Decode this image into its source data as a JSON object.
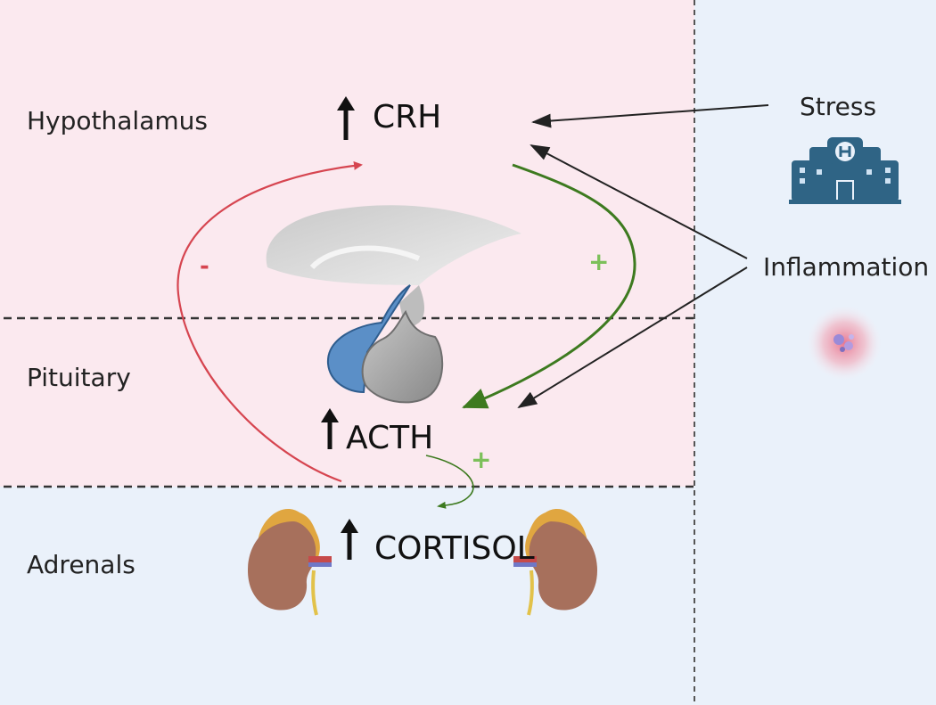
{
  "regions": {
    "hypothalamus": "Hypothalamus",
    "pituitary": "Pituitary",
    "adrenals": "Adrenals"
  },
  "hormones": {
    "crh": "CRH",
    "acth": "ACTH",
    "cortisol": "CORTISOL"
  },
  "stressors": {
    "stress": "Stress",
    "inflammation": "Inflammation"
  },
  "feedback_signs": {
    "negative": "-",
    "positive_crh_to_acth": "+",
    "positive_acth_to_cortisol": "+"
  },
  "colors": {
    "pink_zone": "#fbe9ef",
    "blue_zone": "#eaf1fa",
    "negative_arrow": "#d64550",
    "positive_arrow": "#3d7a1f",
    "positive_sign": "#7cc05a",
    "stress_arrow": "#222222",
    "hospital_icon": "#2f6485",
    "pituitary_blue": "#5b8fc7",
    "gland_gray": "#9e9e9e",
    "kidney": "#a7705c",
    "adrenal_cap": "#e0a640"
  },
  "icons": {
    "up_arrow": "up-arrow-icon",
    "hospital": "hospital-building-icon",
    "inflammation": "inflamed-cell-icon",
    "brain": "hypothalamus-pituitary-icon",
    "kidney": "kidney-adrenal-icon"
  }
}
